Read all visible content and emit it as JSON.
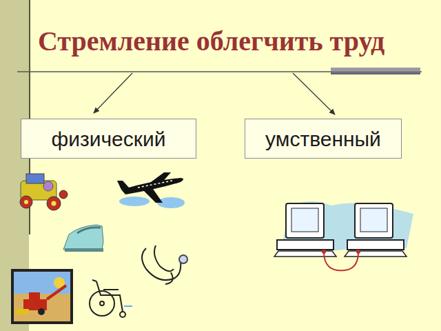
{
  "diagram": {
    "title": "Стремление облегчить труд",
    "nodes": [
      {
        "text": [
          "физический"
        ]
      },
      {
        "text": [
          "умственный"
        ]
      }
    ]
  }
}
